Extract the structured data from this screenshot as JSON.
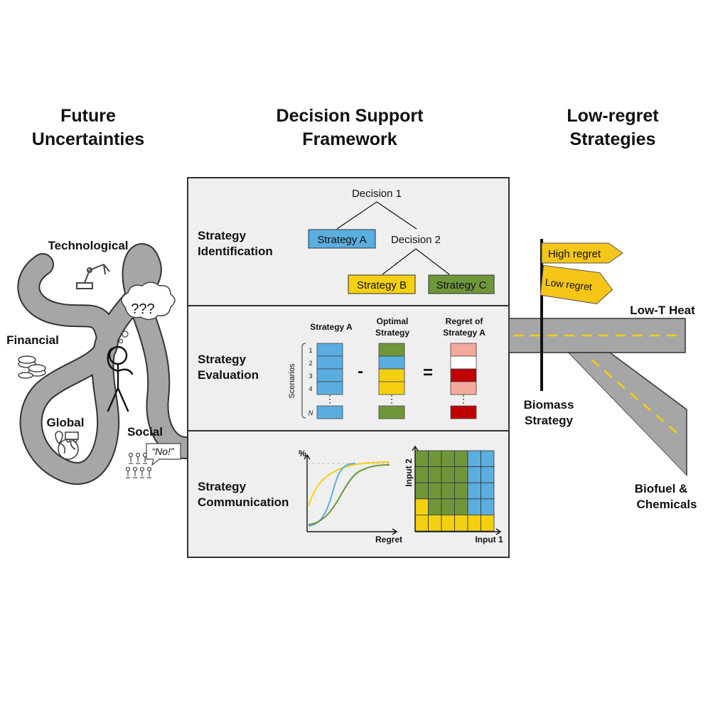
{
  "headers": {
    "left": [
      "Future",
      "Uncertainties"
    ],
    "center": [
      "Decision Support",
      "Framework"
    ],
    "right": [
      "Low-regret",
      "Strategies"
    ]
  },
  "uncertainties": {
    "technological": "Technological",
    "financial": "Financial",
    "global": "Global",
    "social": "Social",
    "thought": "???",
    "speech": "“No!”"
  },
  "panels": {
    "identification": {
      "title": [
        "Strategy",
        "Identification"
      ],
      "decision1": "Decision 1",
      "decision2": "Decision 2",
      "strategy_a": "Strategy A",
      "strategy_b": "Strategy B",
      "strategy_c": "Strategy C"
    },
    "evaluation": {
      "title": [
        "Strategy",
        "Evaluation"
      ],
      "col1": "Strategy A",
      "col2": [
        "Optimal",
        "Strategy"
      ],
      "col3": [
        "Regret of",
        "Strategy A"
      ],
      "scenarios_label": "Scenarios",
      "rows": [
        "1",
        "2",
        "3",
        "4",
        "N"
      ],
      "ellipsis": "⋮",
      "minus": "-",
      "equals": "=",
      "optimal_colors": [
        "green",
        "blue",
        "yellow",
        "yellow",
        "green"
      ],
      "regret_colors": [
        "light-red",
        "white",
        "red",
        "light-red",
        "red"
      ]
    },
    "communication": {
      "title": [
        "Strategy",
        "Communication"
      ],
      "y_label": "%",
      "x_label": "Regret",
      "grid_x_label": "Input 1",
      "grid_y_label": "Input 2",
      "grid": [
        [
          "G",
          "G",
          "G",
          "G",
          "B",
          "B"
        ],
        [
          "G",
          "G",
          "G",
          "G",
          "B",
          "B"
        ],
        [
          "G",
          "G",
          "G",
          "G",
          "B",
          "B"
        ],
        [
          "Y",
          "G",
          "G",
          "G",
          "B",
          "B"
        ],
        [
          "Y",
          "Y",
          "Y",
          "Y",
          "Y",
          "Y"
        ]
      ]
    }
  },
  "strategies": {
    "sign_high": "High regret",
    "sign_low": "Low regret",
    "road_heat": "Low-T Heat",
    "biomass": [
      "Biomass",
      "Strategy"
    ],
    "biofuel": [
      "Biofuel &",
      "Chemicals"
    ]
  },
  "colors": {
    "blue": "#5aaee0",
    "green": "#70963a",
    "yellow": "#f5d010",
    "red": "#c00000",
    "light_red": "#f4a99c",
    "road": "#a6a6a6",
    "panel": "#efefef",
    "sign": "#f5c518"
  }
}
